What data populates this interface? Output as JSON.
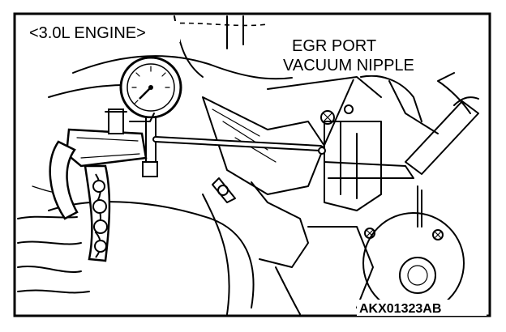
{
  "diagram": {
    "engine_label": "<3.0L ENGINE>",
    "callout_line1": "EGR PORT",
    "callout_line2": "VACUUM NIPPLE",
    "figure_code": "AKX01323AB"
  }
}
